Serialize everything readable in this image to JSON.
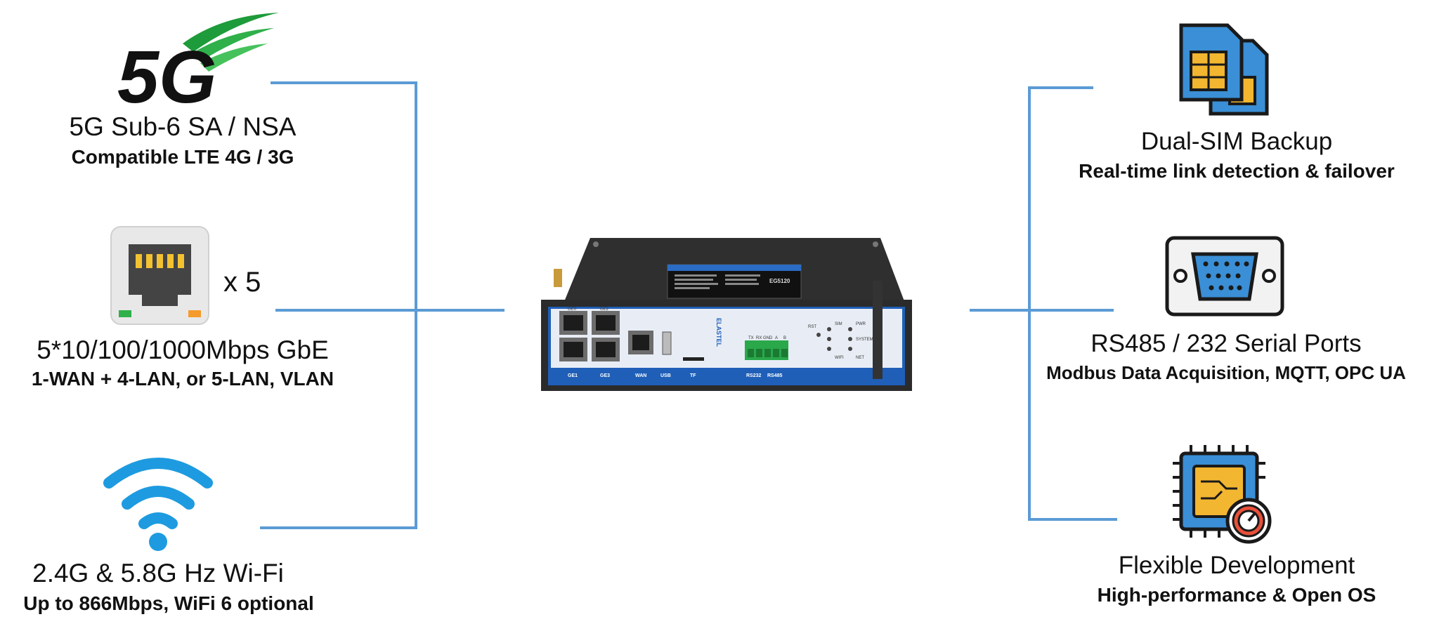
{
  "left_features": [
    {
      "id": "5g",
      "icon_label": "5G",
      "title": "5G Sub-6 SA / NSA",
      "subtitle": "Compatible LTE 4G / 3G"
    },
    {
      "id": "ethernet",
      "icon_label": "x 5",
      "title": "5*10/100/1000Mbps GbE",
      "subtitle": "1-WAN + 4-LAN, or 5-LAN, VLAN"
    },
    {
      "id": "wifi",
      "title": "2.4G & 5.8G Hz Wi-Fi",
      "subtitle": "Up to 866Mbps, WiFi 6 optional"
    }
  ],
  "right_features": [
    {
      "id": "dual-sim",
      "title": "Dual-SIM Backup",
      "subtitle": "Real-time link detection & failover"
    },
    {
      "id": "serial",
      "title": "RS485 / 232 Serial Ports",
      "subtitle": "Modbus Data Acquisition, MQTT, OPC UA"
    },
    {
      "id": "dev",
      "title": "Flexible Development",
      "subtitle": "High-performance & Open OS"
    }
  ],
  "device": {
    "brand": "ELASTEL",
    "model": "EG5120",
    "port_labels": [
      "GE0",
      "GE2",
      "GE1",
      "GE3",
      "WAN",
      "USB",
      "TF",
      "RS232",
      "RS485",
      "RST"
    ],
    "terminal_labels": [
      "TX",
      "RX",
      "GND",
      "A",
      "B"
    ],
    "led_labels": [
      "SIM",
      "PWR",
      "SYSTEM",
      "WIFI",
      "NET"
    ]
  },
  "colors": {
    "connector": "#5b9bd5",
    "device_body": "#2b2b2b",
    "device_accent": "#1f5fb8",
    "green": "#1e9b3a",
    "wifi_blue": "#1e9be0"
  }
}
